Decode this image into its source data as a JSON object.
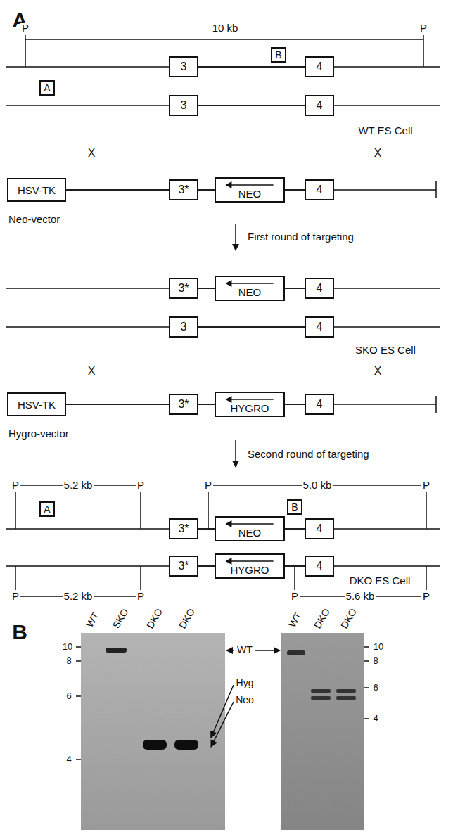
{
  "diagram": {
    "nodes": [
      {
        "text": [
          "A"
        ]
      },
      {
        "text": [
          "3"
        ]
      },
      {
        "text": [
          "B"
        ]
      },
      {
        "text": [
          "4"
        ]
      },
      {
        "text": [
          "3"
        ]
      },
      {
        "text": [
          "4"
        ]
      },
      {
        "text": [
          "HSV-TK"
        ]
      },
      {
        "text": [
          "3*"
        ]
      },
      {
        "text": [
          "NEO"
        ]
      },
      {
        "text": [
          "4"
        ]
      },
      {
        "text": [
          "3*"
        ]
      },
      {
        "text": [
          "NEO"
        ]
      },
      {
        "text": [
          "4"
        ]
      },
      {
        "text": [
          "3"
        ]
      },
      {
        "text": [
          "4"
        ]
      },
      {
        "text": [
          "HSV-TK"
        ]
      },
      {
        "text": [
          "3*"
        ]
      },
      {
        "text": [
          "HYGRO"
        ]
      },
      {
        "text": [
          "4"
        ]
      },
      {
        "text": [
          "A"
        ]
      },
      {
        "text": [
          "3*"
        ]
      },
      {
        "text": [
          "NEO"
        ]
      },
      {
        "text": [
          "B"
        ]
      },
      {
        "text": [
          "4"
        ]
      },
      {
        "text": [
          "3*"
        ]
      },
      {
        "text": [
          "HYGRO"
        ]
      },
      {
        "text": [
          "4"
        ]
      }
    ],
    "edges": [
      {
        "from": 1,
        "to": 3,
        "arrow": "none"
      },
      {
        "from": 4,
        "to": 5,
        "arrow": "none"
      },
      {
        "from": 6,
        "to": 7,
        "arrow": "none"
      },
      {
        "from": 7,
        "to": 8,
        "arrow": "none"
      },
      {
        "from": 8,
        "to": 9,
        "arrow": "none"
      },
      {
        "from": 10,
        "to": 11,
        "arrow": "none"
      },
      {
        "from": 11,
        "to": 12,
        "arrow": "none"
      },
      {
        "from": 13,
        "to": 14,
        "arrow": "none"
      },
      {
        "from": 15,
        "to": 16,
        "arrow": "none"
      },
      {
        "from": 16,
        "to": 17,
        "arrow": "none"
      },
      {
        "from": 17,
        "to": 18,
        "arrow": "none"
      },
      {
        "from": 20,
        "to": 21,
        "arrow": "none"
      },
      {
        "from": 21,
        "to": 23,
        "arrow": "none"
      },
      {
        "from": 24,
        "to": 25,
        "arrow": "none"
      },
      {
        "from": 25,
        "to": 26,
        "arrow": "none"
      }
    ],
    "labels": [
      "A",
      "P",
      "10 kb",
      "P",
      "WT ES Cell",
      "X",
      "X",
      "Neo-vector",
      "First round of targeting",
      "SKO ES Cell",
      "X",
      "X",
      "Hygro-vector",
      "Second round of targeting",
      "P",
      "5.2 kb",
      "P",
      "P",
      "5.0 kb",
      "P",
      "DKO ES Cell",
      "P",
      "5.2 kb",
      "P",
      "P",
      "5.6 kb",
      "P",
      "B",
      "WT",
      "SKO",
      "DKO",
      "DKO",
      "10",
      "8",
      "6",
      "4",
      "WT",
      "Hyg",
      "Neo",
      "WT",
      "DKO",
      "DKO",
      "10",
      "8",
      "6",
      "4"
    ]
  }
}
